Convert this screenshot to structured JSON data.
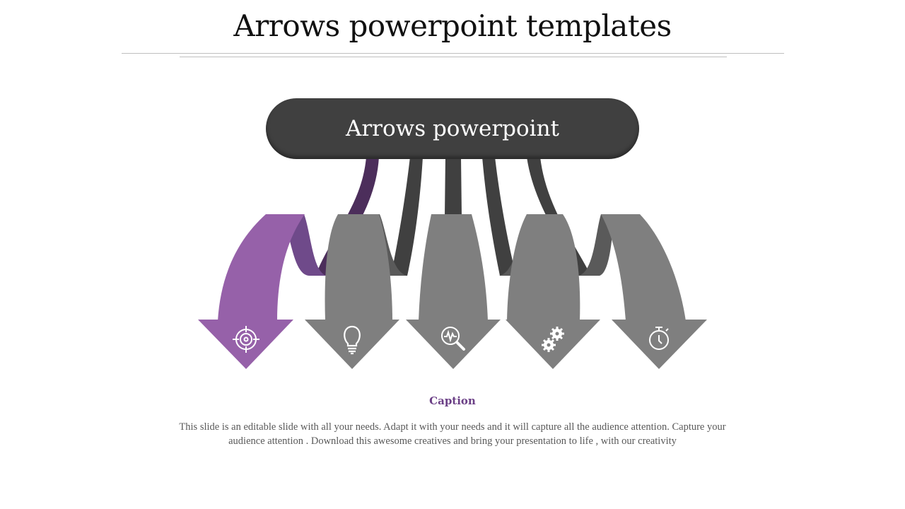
{
  "slide": {
    "title": "Arrows powerpoint templates",
    "hub_label": "Arrows powerpoint",
    "caption_title": "Caption",
    "caption_text": "This slide is an editable slide with all your needs. Adapt it with your needs and it will capture all the audience attention. Capture your audience attention . Download this awesome creatives and bring your presentation to life , with our creativity"
  },
  "arrows": [
    {
      "icon": "target-icon",
      "color": "#9661a9"
    },
    {
      "icon": "lightbulb-icon",
      "color": "#7f7f7f"
    },
    {
      "icon": "magnifier-pulse-icon",
      "color": "#7f7f7f"
    },
    {
      "icon": "gears-icon",
      "color": "#7f7f7f"
    },
    {
      "icon": "stopwatch-icon",
      "color": "#7f7f7f"
    }
  ],
  "colors": {
    "accent": "#9661a9",
    "accent_dark": "#4c2e5b",
    "hub": "#404040",
    "arrow_gray": "#7f7f7f",
    "caption": "#6b3f86"
  }
}
